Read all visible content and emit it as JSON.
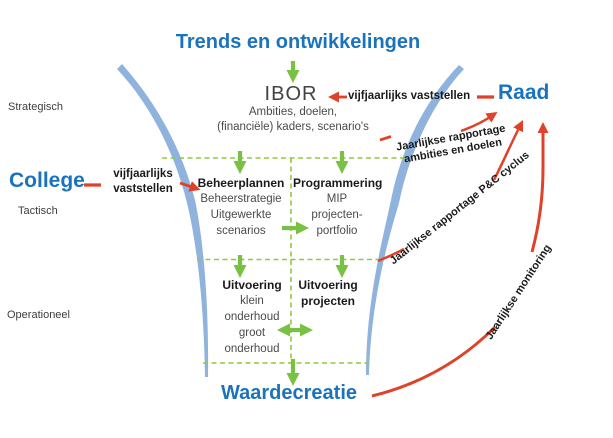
{
  "title": "Trends en ontwikkelingen",
  "levels": {
    "strategic": "Strategisch",
    "tactical": "Tactisch",
    "operational": "Operationeel"
  },
  "actors": {
    "college": "College",
    "raad": "Raad"
  },
  "ibor": {
    "title": "IBOR",
    "subtitle_line1": "Ambities, doelen,",
    "subtitle_line2": "(financiële) kaders, scenario's"
  },
  "raad_annotation": "vijfjaarlijks vaststellen",
  "college_annotation": {
    "line1": "vijfjaarlijks",
    "line2": "vaststellen"
  },
  "boxes": {
    "beheerplannen": {
      "title": "Beheerplannen",
      "lines": [
        "Beheerstrategie",
        "Uitgewerkte",
        "scenarios"
      ]
    },
    "programmering": {
      "title": "Programmering",
      "lines": [
        "MIP",
        "projecten-",
        "portfolio"
      ]
    },
    "uitvoering": {
      "title": "Uitvoering",
      "lines": [
        "klein",
        "onderhoud",
        "groot",
        "onderhoud"
      ]
    },
    "uitvoering_projecten": {
      "title_line1": "Uitvoering",
      "title_line2": "projecten"
    }
  },
  "outcome": "Waardecreatie",
  "feedback_labels": {
    "ambities_line1": "Jaarlijkse rapportage",
    "ambities_line2": "ambities en doelen",
    "pc_cyclus": "Jaarlijkse rapportage P&C cyclus",
    "monitoring": "Jaarlijkse monitoring"
  },
  "colors": {
    "heading_blue": "#1B73BE",
    "funnel_blue": "#8FB3DC",
    "arrow_green": "#79C143",
    "dash_green": "#8FC93F",
    "feedback_red": "#DF4229",
    "text_dark": "#1A1A1A",
    "text_gray": "#4A4A4A"
  }
}
